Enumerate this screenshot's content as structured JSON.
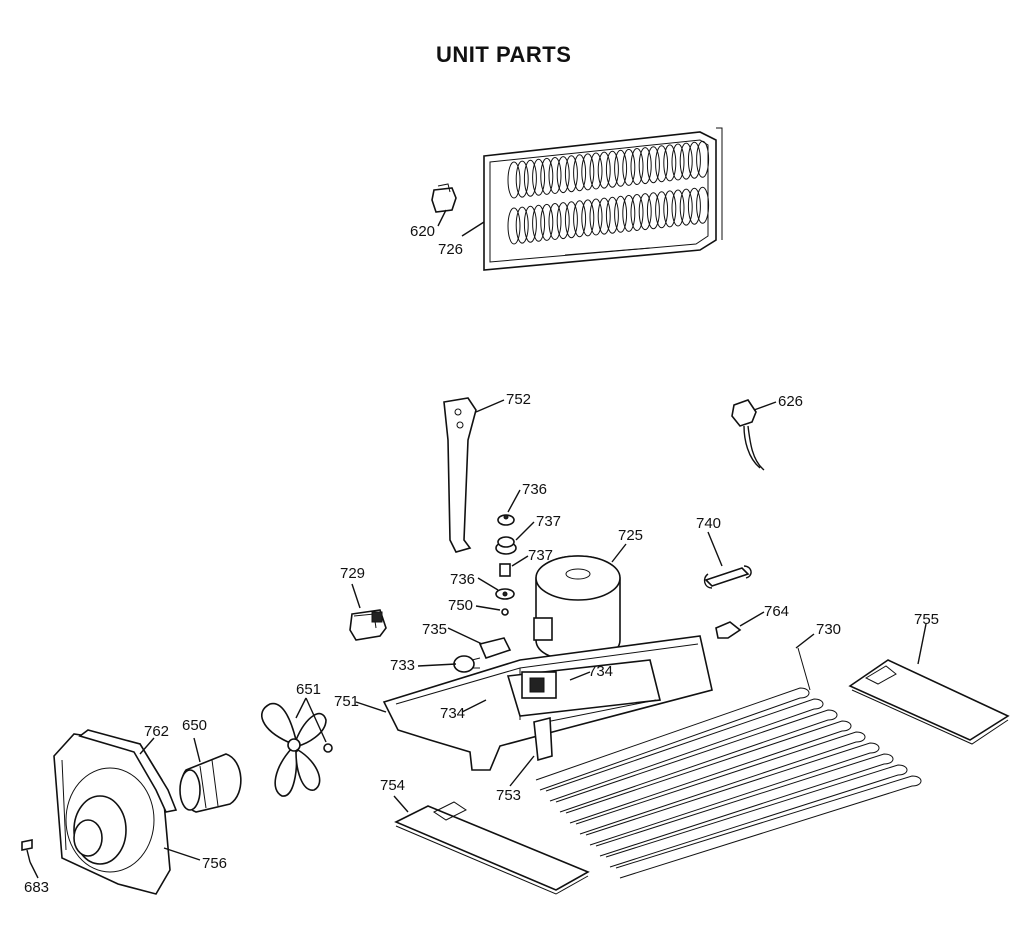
{
  "title": "UNIT PARTS",
  "labels": {
    "p620": "620",
    "p726": "726",
    "p752": "752",
    "p626": "626",
    "p736a": "736",
    "p737a": "737",
    "p737b": "737",
    "p736b": "736",
    "p725": "725",
    "p740": "740",
    "p729": "729",
    "p750": "750",
    "p764": "764",
    "p730": "730",
    "p755": "755",
    "p735": "735",
    "p733": "733",
    "p734a": "734",
    "p651": "651",
    "p751": "751",
    "p734b": "734",
    "p762": "762",
    "p650": "650",
    "p753": "753",
    "p754": "754",
    "p756": "756",
    "p683": "683"
  }
}
